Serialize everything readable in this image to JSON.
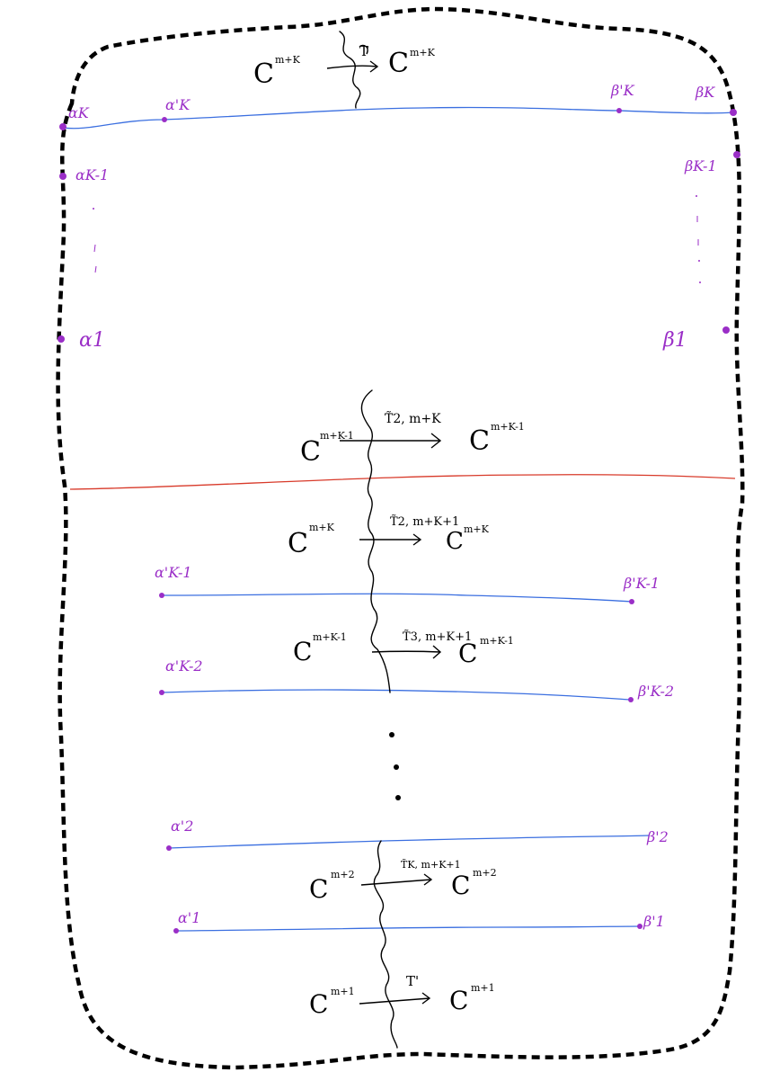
{
  "top": {
    "left_space": "C",
    "left_dim": "m+K",
    "right_space": "C",
    "right_dim": "m+K",
    "map": "T",
    "points": {
      "alpha_K": "αK",
      "alpha_K_prime": "α'K",
      "beta_K_prime": "β'K",
      "beta_K": "βK",
      "alpha_K_minus_1": "αK-1",
      "beta_K_minus_1": "βK-1",
      "alpha_1": "α1",
      "beta_1": "β1"
    }
  },
  "middle": {
    "map": "T̃2, m+K",
    "left_space": "C",
    "left_dim": "m+K-1",
    "right_space": "C",
    "right_dim": "m+K-1"
  },
  "lower": {
    "map1": "T̃2, m+K+1",
    "space1_left": "C",
    "dim1_left": "m+K",
    "space1_right": "C",
    "dim1_right": "m+K",
    "map2": "T̃3, m+K+1",
    "space2_left": "C",
    "dim2_left": "m+K-1",
    "space2_right": "C",
    "dim2_right": "m+K-1",
    "map3": "T̃K, m+K+1",
    "space3_left": "C",
    "dim3_left": "m+2",
    "space3_right": "C",
    "dim3_right": "m+2",
    "map4": "T'",
    "space4_left": "C",
    "dim4_left": "m+1",
    "space4_right": "C",
    "dim4_right": "m+1",
    "points": {
      "alpha_K_minus_1_prime": "α'K-1",
      "beta_K_minus_1_prime": "β'K-1",
      "alpha_K_minus_2_prime": "α'K-2",
      "beta_K_minus_2_prime": "β'K-2",
      "alpha_2_prime": "α'2",
      "beta_2_prime": "β'2",
      "alpha_1_prime": "α'1",
      "beta_1_prime": "β'1"
    }
  },
  "colors": {
    "border": "#000000",
    "blue_line": "#3b6fe0",
    "red_line": "#d83a2a",
    "point": "#9a2ec7",
    "ink": "#000000"
  }
}
